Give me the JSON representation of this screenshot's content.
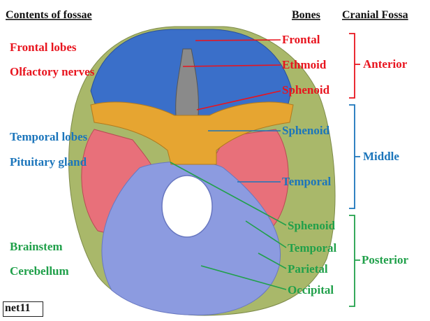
{
  "headers": {
    "contents": "Contents of fossae",
    "bones": "Bones",
    "fossa": "Cranial Fossa"
  },
  "contents": {
    "anterior": [
      "Frontal lobes",
      "Olfactory nerves"
    ],
    "middle": [
      "Temporal lobes",
      "Pituitary gland"
    ],
    "posterior": [
      "Brainstem",
      "Cerebellum"
    ]
  },
  "bones": {
    "anterior": [
      "Frontal",
      "Ethmoid",
      "Sphenoid"
    ],
    "middle": [
      "Sphenoid",
      "Temporal"
    ],
    "posterior": [
      "Sphenoid",
      "Temporal",
      "Parietal",
      "Occipital"
    ]
  },
  "fossae": {
    "anterior": "Anterior",
    "middle": "Middle",
    "posterior": "Posterior"
  },
  "colors": {
    "anterior": "#e8141e",
    "middle": "#1b75bb",
    "posterior": "#20a04a",
    "frontal_bone": "#3a6fc9",
    "sphenoid_bone": "#e6a531",
    "temporal_bone": "#e8707a",
    "occipital_bone": "#8c9be0",
    "parietal_bone": "#a9b86a"
  },
  "watermark": "net11"
}
